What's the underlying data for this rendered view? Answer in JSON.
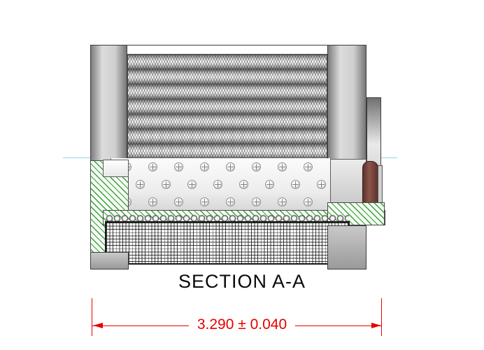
{
  "drawing": {
    "section_label": "SECTION A-A",
    "dimension": {
      "value": "3.290",
      "tolerance": "0.040",
      "display": "3.290 ± 0.040"
    },
    "colors": {
      "dimension_red": "#e60000",
      "hatch_green": "#2c9e2b",
      "centerline_cyan": "#92d3e5",
      "oring_maroon": "#7a453b",
      "metal_gray": "#bdbdbd"
    }
  }
}
